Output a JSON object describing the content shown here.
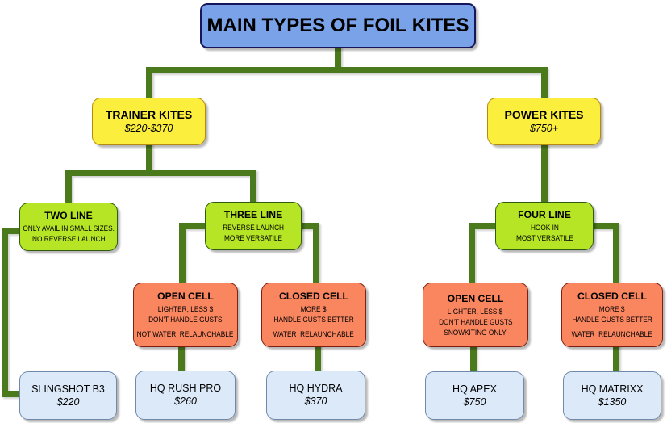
{
  "diagram": {
    "title": "MAIN TYPES OF FOIL KITES",
    "colors": {
      "background": "#ffffff",
      "connector_green": "#4b7a1d",
      "root_fill": "#7aa2e8",
      "root_border": "#16165c",
      "category_fill": "#fcee3d",
      "category_border": "#b5890f",
      "line_type_fill": "#b5e524",
      "line_type_border": "#2f5c0e",
      "cell_type_fill": "#fa8660",
      "cell_type_border": "#801f10",
      "product_fill": "#dce9f9",
      "product_border": "#7189a9",
      "text": "#000000"
    },
    "nodes": {
      "root": {
        "label": "MAIN TYPES OF FOIL KITES"
      },
      "trainer": {
        "label": "TRAINER KITES",
        "price": "$220-$370"
      },
      "power": {
        "label": "POWER KITES",
        "price": "$750+"
      },
      "two_line": {
        "label": "TWO LINE",
        "details": [
          "ONLY AVAIL IN SMALL SIZES.",
          "NO REVERSE LAUNCH"
        ]
      },
      "three_line": {
        "label": "THREE LINE",
        "details": [
          "REVERSE LAUNCH",
          "MORE VERSATILE"
        ]
      },
      "four_line": {
        "label": "FOUR LINE",
        "details": [
          "HOOK IN",
          "MOST VERSATILE"
        ]
      },
      "open_cell_trainer": {
        "label": "OPEN CELL",
        "details": [
          "LIGHTER, LESS $",
          "DON'T HANDLE GUSTS",
          "NOT WATER  RELAUNCHABLE"
        ]
      },
      "closed_cell_trainer": {
        "label": "CLOSED CELL",
        "details": [
          "MORE $",
          "HANDLE GUSTS BETTER",
          "WATER  RELAUNCHABLE"
        ]
      },
      "open_cell_power": {
        "label": "OPEN CELL",
        "details": [
          "LIGHTER, LESS $",
          "DON'T HANDLE GUSTS",
          "SNOWKITING ONLY"
        ]
      },
      "closed_cell_power": {
        "label": "CLOSED CELL",
        "details": [
          "MORE $",
          "HANDLE GUSTS BETTER",
          "WATER  RELAUNCHABLE"
        ]
      },
      "slingshot_b3": {
        "label": "SLINGSHOT B3",
        "price": "$220"
      },
      "hq_rush_pro": {
        "label": "HQ RUSH PRO",
        "price": "$260"
      },
      "hq_hydra": {
        "label": "HQ HYDRA",
        "price": "$370"
      },
      "hq_apex": {
        "label": "HQ APEX",
        "price": "$750"
      },
      "hq_matrixx": {
        "label": "HQ MATRIXX",
        "price": "$1350"
      }
    }
  }
}
